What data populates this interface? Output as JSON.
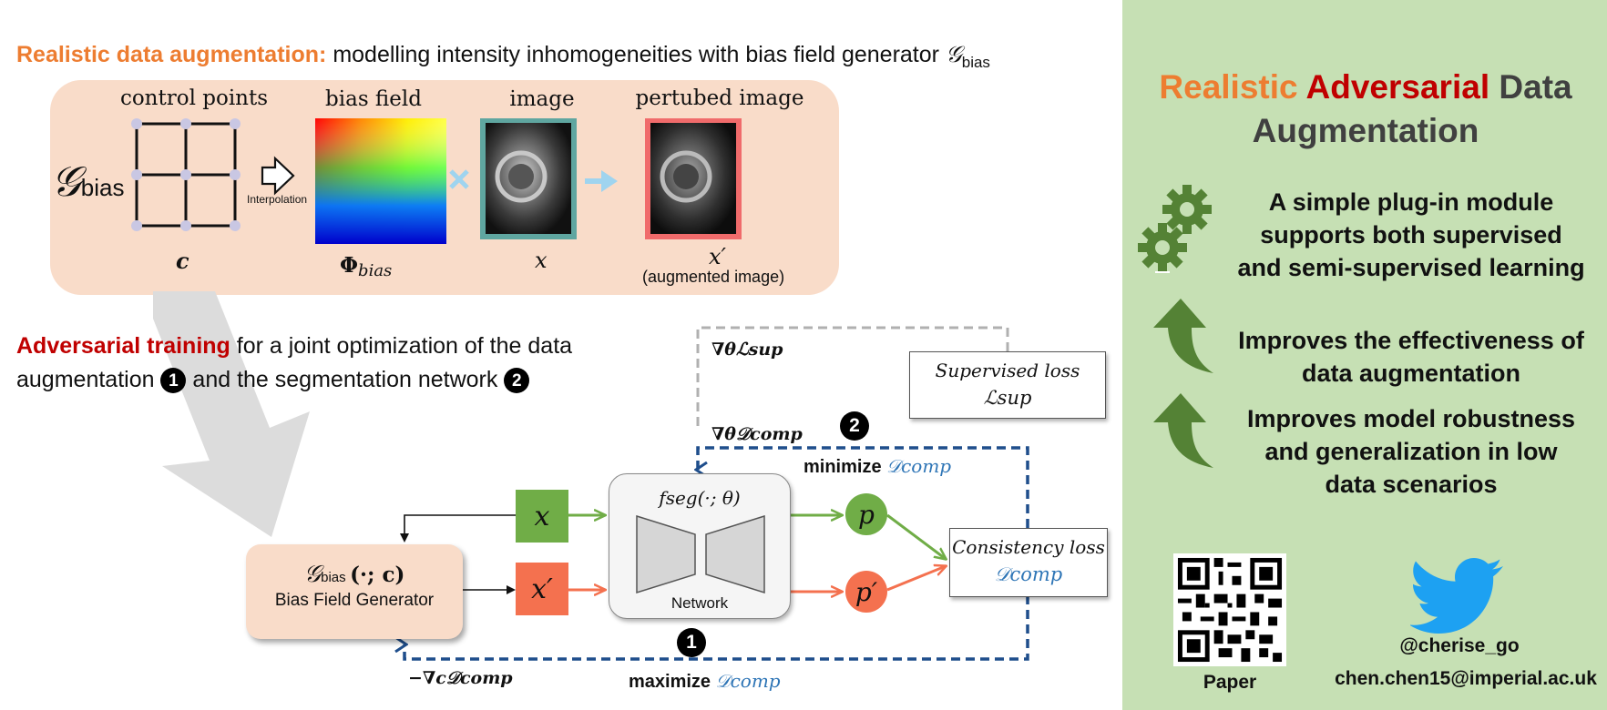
{
  "augmentation": {
    "title_highlight": "Realistic data augmentation:",
    "title_rest": "modelling intensity inhomogeneities with bias field generator",
    "title_symbol": "𝒢",
    "title_symbol_sub": "bias",
    "labels": {
      "control_points": "control points",
      "bias_field": "bias field",
      "image": "image",
      "perturbed_image": "pertubed image"
    },
    "generator_symbol": "𝒢",
    "generator_sub": "bias",
    "interpolation": "Interpolation",
    "math": {
      "c": "c",
      "phi": "Φ",
      "phi_sub": "bias",
      "x": "x",
      "xprime": "x′",
      "augmented_note": "(augmented image)"
    }
  },
  "adversarial": {
    "title_highlight": "Adversarial training",
    "title_rest_line1": "for a joint optimization of the data",
    "title_rest_line2_a": "augmentation",
    "num1": "1",
    "title_rest_line2_b": "and the segmentation network",
    "num2": "2"
  },
  "diagram": {
    "grad_theta_sup": "∇θℒsup",
    "grad_theta_comp": "∇θ𝒟comp",
    "grad_c_comp": "−∇c𝒟comp",
    "minimize_word": "minimize",
    "maximize_word": "maximize",
    "d_comp": "𝒟comp",
    "num1": "1",
    "num2": "2",
    "supervised_loss_title": "Supervised loss",
    "supervised_loss_symbol": "ℒsup",
    "consistency_loss_title": "Consistency loss",
    "consistency_loss_symbol": "𝒟comp",
    "network_label": "Network",
    "network_func": "fseg(·; θ)",
    "generator_func_symbol": "𝒢",
    "generator_func_sub": "bias",
    "generator_func_args": "(·; c)",
    "generator_name": "Bias Field Generator",
    "x": "x",
    "xprime": "x′",
    "p": "p",
    "pprime": "p′"
  },
  "sidebar": {
    "title_word1": "Realistic",
    "title_word2": "Adversarial",
    "title_word3": "Data",
    "title_line2": "Augmentation",
    "features": [
      {
        "line1": "A simple plug-in module",
        "line2": "supports both supervised",
        "line3": "and semi-supervised learning"
      },
      {
        "line1": "Improves the effectiveness of",
        "line2": "data augmentation"
      },
      {
        "line1": "Improves model robustness",
        "line2": "and generalization in low",
        "line3": "data scenarios"
      }
    ],
    "paper_label": "Paper",
    "twitter_handle": "@cherise_go",
    "email": "chen.chen15@imperial.ac.uk",
    "colors": {
      "orange": "#ed7d31",
      "red": "#c00000",
      "dark": "#404040",
      "green_arrow": "#548235",
      "twitter_blue": "#1da1f2"
    }
  }
}
